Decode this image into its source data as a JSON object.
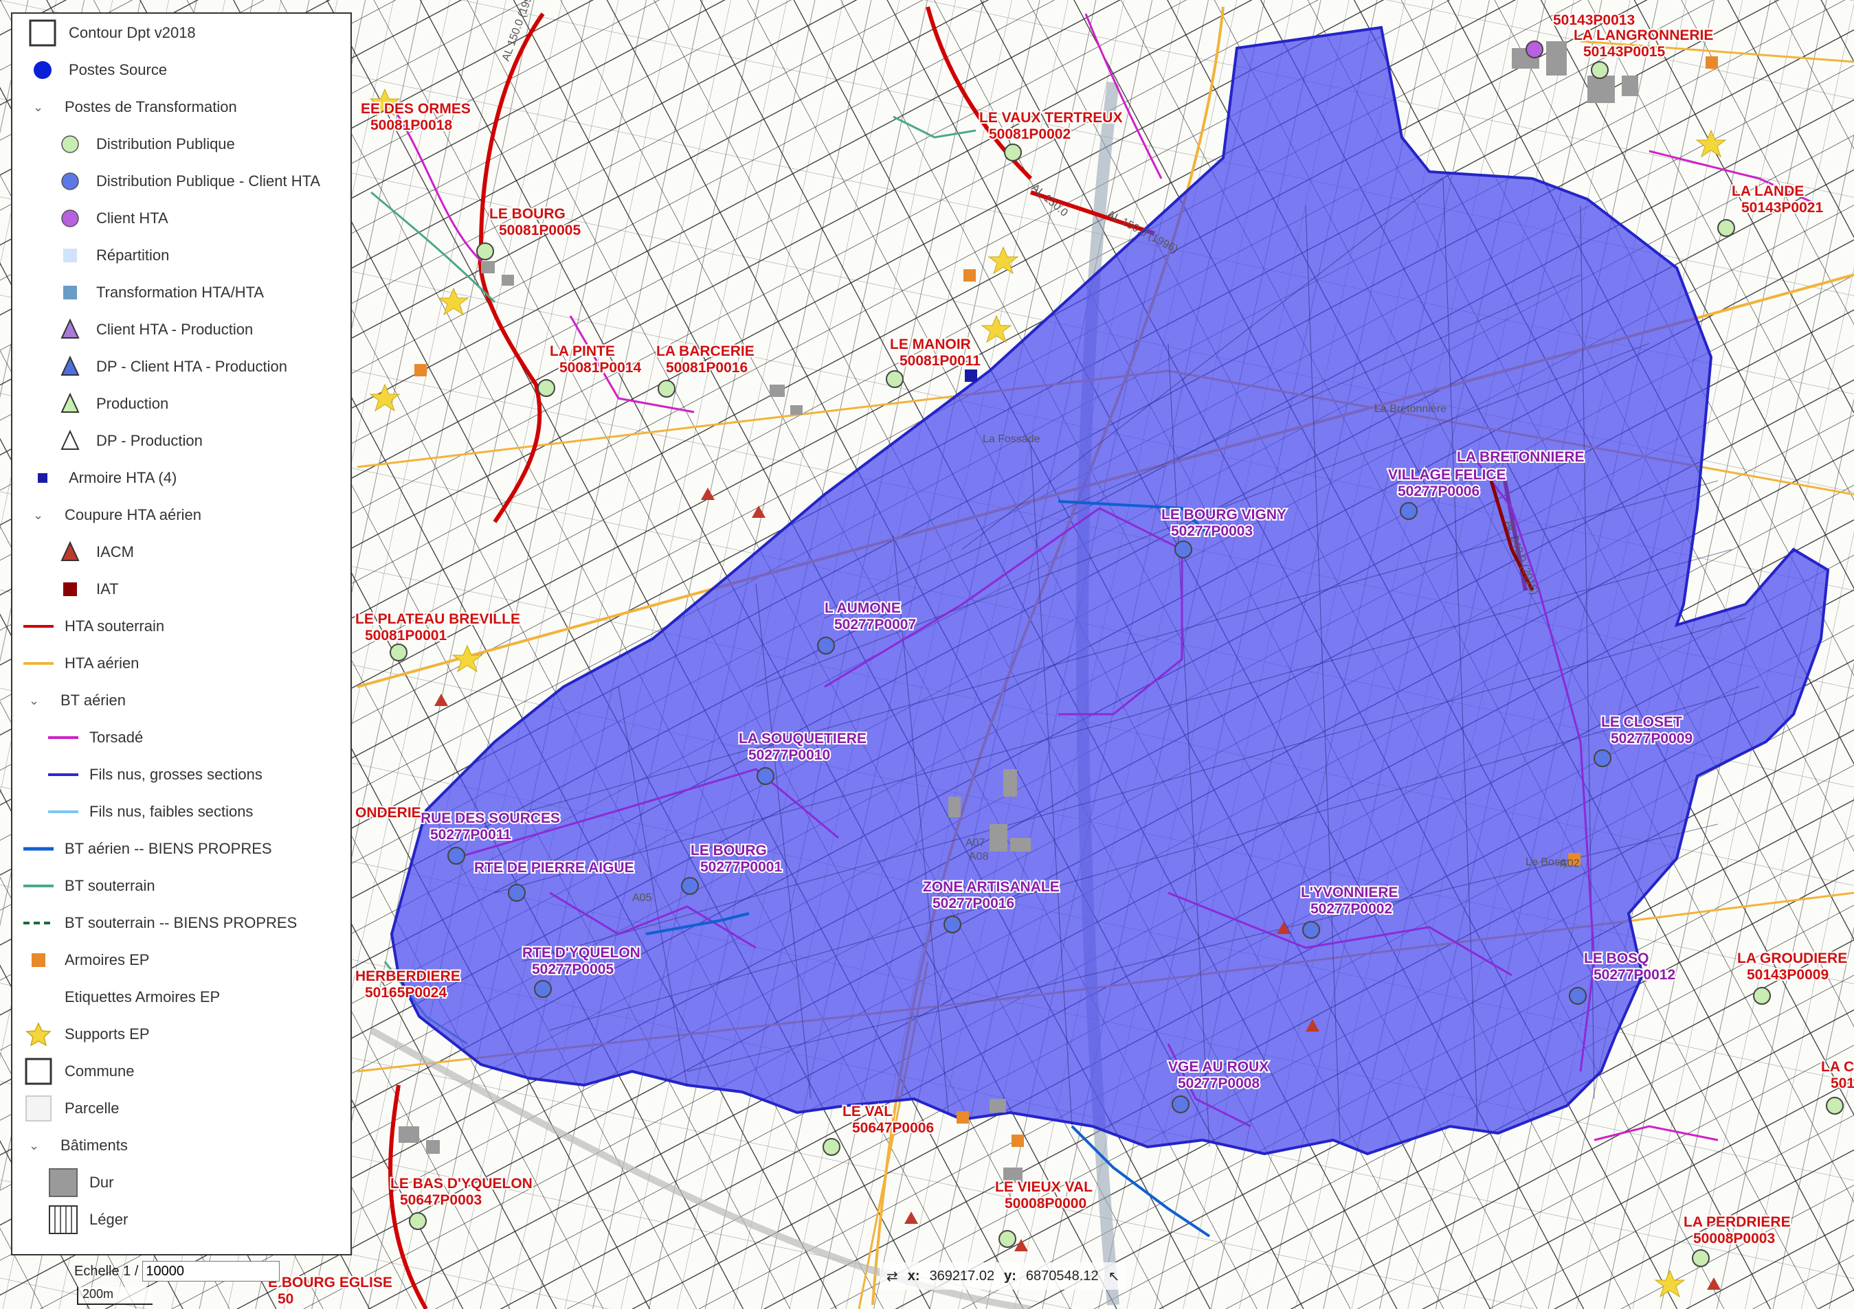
{
  "legend": {
    "items": [
      {
        "label": "Contour Dpt v2018",
        "icon": "square-outline-icon"
      },
      {
        "label": "Postes Source",
        "icon": "blue-dot-icon",
        "color": "#0a1fd6"
      },
      {
        "label": "Postes de Transformation",
        "icon": "chevron-down-icon"
      },
      {
        "label": "Distribution Publique",
        "icon": "green-circle-icon",
        "color": "#c8ecb2"
      },
      {
        "label": "Distribution Publique - Client HTA",
        "icon": "blue-circle-icon",
        "color": "#5b78e6"
      },
      {
        "label": "Client HTA",
        "icon": "purple-circle-icon",
        "color": "#b860e0"
      },
      {
        "label": "Répartition",
        "icon": "light-blue-square-icon",
        "color": "#cfe3fb"
      },
      {
        "label": "Transformation HTA/HTA",
        "icon": "steel-blue-square-icon",
        "color": "#6a9cc8"
      },
      {
        "label": "Client HTA - Production",
        "icon": "purple-triangle-icon",
        "color": "#a77bd6"
      },
      {
        "label": "DP - Client HTA - Production",
        "icon": "blue-triangle-icon",
        "color": "#4f6fe0"
      },
      {
        "label": "Production",
        "icon": "green-triangle-icon",
        "color": "#c6efb0"
      },
      {
        "label": "DP - Production",
        "icon": "white-triangle-icon",
        "color": "#ffffff"
      },
      {
        "label": "Armoire HTA (4)",
        "icon": "navy-square-icon",
        "color": "#1a1aa8"
      },
      {
        "label": "Coupure HTA aérien",
        "icon": "chevron-down-icon"
      },
      {
        "label": "IACM",
        "icon": "red-triangle-icon",
        "color": "#c0392b"
      },
      {
        "label": "IAT",
        "icon": "dark-red-square-icon",
        "color": "#8b0000"
      },
      {
        "label": "HTA souterrain",
        "icon": "red-line-icon",
        "color": "#d00000"
      },
      {
        "label": "HTA aérien",
        "icon": "orange-line-icon",
        "color": "#f2b33a"
      },
      {
        "label": "BT aérien",
        "icon": "chevron-down-icon"
      },
      {
        "label": "Torsadé",
        "icon": "magenta-line-icon",
        "color": "#d020c8"
      },
      {
        "label": "Fils nus, grosses sections",
        "icon": "blue-line-icon",
        "color": "#2a2ad0"
      },
      {
        "label": "Fils nus, faibles sections",
        "icon": "light-blue-line-icon",
        "color": "#7cc6f0"
      },
      {
        "label": "BT aérien -- BIENS PROPRES",
        "icon": "blue-thick-line-icon",
        "color": "#1060d0"
      },
      {
        "label": "BT souterrain",
        "icon": "teal-line-icon",
        "color": "#4aa88a"
      },
      {
        "label": "BT souterrain -- BIENS PROPRES",
        "icon": "dashed-green-line-icon",
        "color": "#1f6a3a"
      },
      {
        "label": "Armoires EP",
        "icon": "orange-square-icon",
        "color": "#e8892a"
      },
      {
        "label": "Etiquettes Armoires EP",
        "icon": ""
      },
      {
        "label": "Supports EP",
        "icon": "yellow-star-icon",
        "color": "#f5d63a"
      },
      {
        "label": "Commune",
        "icon": "square-outline-icon"
      },
      {
        "label": "Parcelle",
        "icon": "light-square-outline-icon"
      },
      {
        "label": "Bâtiments",
        "icon": "chevron-down-icon"
      },
      {
        "label": "Dur",
        "icon": "gray-square-icon",
        "color": "#9a9a9a"
      },
      {
        "label": "Léger",
        "icon": "hatched-square-icon"
      }
    ]
  },
  "scale": {
    "label": "Echelle 1 /",
    "value": "10000",
    "bar": "200m"
  },
  "coords": {
    "x_label": "x:",
    "x_value": "369217.02",
    "y_label": "y:",
    "y_value": "6870548.12"
  },
  "map": {
    "labels": [
      {
        "name": "EE DES ORMES",
        "code": "50081P0018",
        "color": "red",
        "pt": "none"
      },
      {
        "name": "LE BOURG",
        "code": "50081P0005",
        "color": "red",
        "pt": "green"
      },
      {
        "name": "LA PINTE",
        "code": "50081P0014",
        "color": "red",
        "pt": "green"
      },
      {
        "name": "LA BARCERIE",
        "code": "50081P0016",
        "color": "red",
        "pt": "green"
      },
      {
        "name": "LE VAUX TERTREUX",
        "code": "50081P0002",
        "color": "red",
        "pt": "green"
      },
      {
        "name": "LE MANOIR",
        "code": "50081P0011",
        "color": "red",
        "pt": "green"
      },
      {
        "name": "LE PLATEAU BREVILLE",
        "code": "50081P0001",
        "color": "red",
        "pt": "green"
      },
      {
        "name": "50143P0013",
        "code": "",
        "color": "red",
        "pt": "purple"
      },
      {
        "name": "LA LANGRONNERIE",
        "code": "50143P0015",
        "color": "red",
        "pt": "green"
      },
      {
        "name": "LA LANDE",
        "code": "50143P0021",
        "color": "red",
        "pt": "green"
      },
      {
        "name": "LA BRETONNIERE",
        "code": "",
        "color": "violet",
        "pt": "none"
      },
      {
        "name": "VILLAGE FELICE",
        "code": "50277P0006",
        "color": "violet",
        "pt": "blue"
      },
      {
        "name": "LE BOURG VIGNY",
        "code": "50277P0003",
        "color": "violet",
        "pt": "blue"
      },
      {
        "name": "L AUMONE",
        "code": "50277P0007",
        "color": "violet",
        "pt": "blue"
      },
      {
        "name": "LA SOUQUETIERE",
        "code": "50277P0010",
        "color": "violet",
        "pt": "blue"
      },
      {
        "name": "RUE DES SOURCES",
        "code": "50277P0011",
        "color": "violet",
        "pt": "blue"
      },
      {
        "name": "RTE DE PIERRE AIGUE",
        "code": "",
        "color": "violet",
        "pt": "blue"
      },
      {
        "name": "LE BOURG",
        "code": "50277P0001",
        "color": "violet",
        "pt": "blue"
      },
      {
        "name": "RTE D'YQUELON",
        "code": "50277P0005",
        "color": "violet",
        "pt": "blue"
      },
      {
        "name": "ZONE ARTISANALE",
        "code": "50277P0016",
        "color": "violet",
        "pt": "blue"
      },
      {
        "name": "L'YVONNIERE",
        "code": "50277P0002",
        "color": "violet",
        "pt": "blue"
      },
      {
        "name": "LE CLOSET",
        "code": "50277P0009",
        "color": "violet",
        "pt": "blue"
      },
      {
        "name": "LE BOSQ",
        "code": "50277P0012",
        "color": "violet",
        "pt": "blue"
      },
      {
        "name": "VGE AU ROUX",
        "code": "50277P0008",
        "color": "violet",
        "pt": "blue"
      },
      {
        "name": "LA GROUDIERE",
        "code": "50143P0009",
        "color": "red",
        "pt": "green"
      },
      {
        "name": "LE VAL",
        "code": "50647P0006",
        "color": "red",
        "pt": "green"
      },
      {
        "name": "LE VIEUX VAL",
        "code": "50008P0000",
        "color": "red",
        "pt": "green"
      },
      {
        "name": "LE BAS D'YQUELON",
        "code": "50647P0003",
        "color": "red",
        "pt": "green"
      },
      {
        "name": "LA PERDRIERE",
        "code": "50008P0003",
        "color": "red",
        "pt": "green"
      },
      {
        "name": "HERBERDIERE",
        "code": "50165P0024",
        "color": "red",
        "pt": "none"
      },
      {
        "name": "ONDERIE",
        "code": "",
        "color": "red",
        "pt": "none"
      },
      {
        "name": "E BOURG EGLISE",
        "code": "50",
        "color": "red",
        "pt": "none"
      },
      {
        "name": "LA C",
        "code": "501",
        "color": "red",
        "pt": "green"
      }
    ],
    "line_annotations": [
      "AL 150.0 (1996)",
      "AL 150.0",
      "AL 150.0 (1996)",
      "AL 240.0 (2016)"
    ],
    "place_names": [
      "La Bretonnière",
      "La Fossade",
      "Le Bosq"
    ],
    "ep_labels": [
      "A08",
      "A05",
      "A07",
      "A02"
    ]
  }
}
